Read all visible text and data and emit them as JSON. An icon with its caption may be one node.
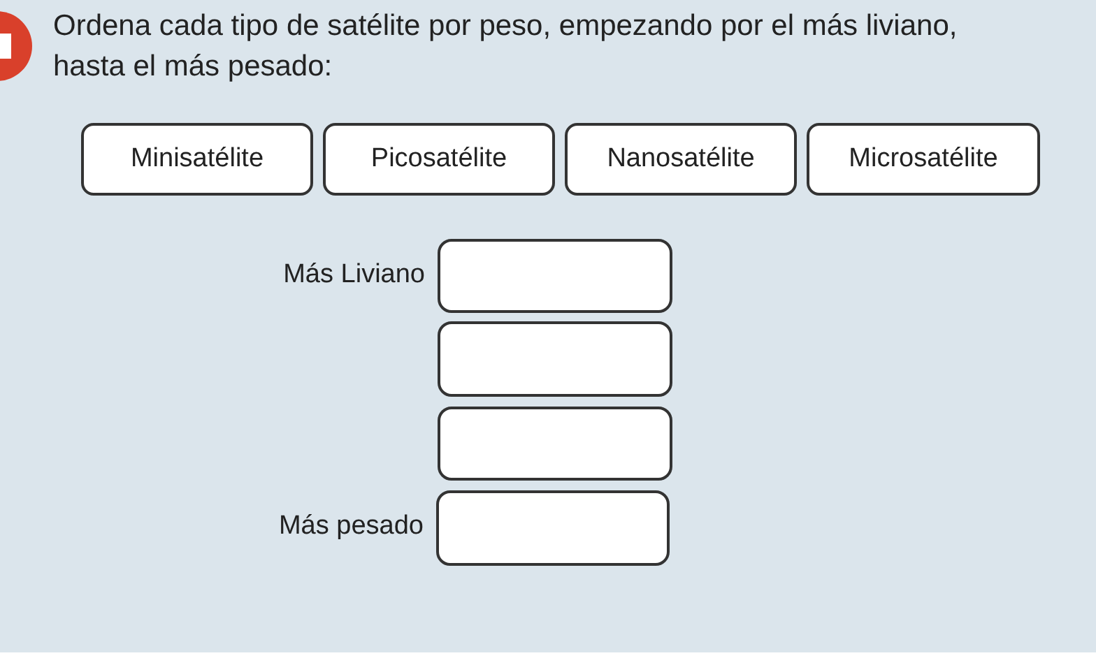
{
  "diagram": {
    "title": "Ordena cada tipo de satélite por peso, empezando por el más liviano, hasta el más pesado:",
    "nodes": [
      {
        "text": [
          "Minisatélite"
        ]
      },
      {
        "text": [
          "Picosatélite"
        ]
      },
      {
        "text": [
          "Nanosatélite"
        ]
      },
      {
        "text": [
          "Microsatélite"
        ]
      },
      {
        "text": [],
        "shape": "box",
        "beside": [
          "Más Liviano"
        ]
      },
      {
        "text": [],
        "shape": "box"
      },
      {
        "text": [],
        "shape": "box"
      },
      {
        "text": [],
        "shape": "box",
        "beside": [
          "Más pesado"
        ]
      }
    ]
  }
}
